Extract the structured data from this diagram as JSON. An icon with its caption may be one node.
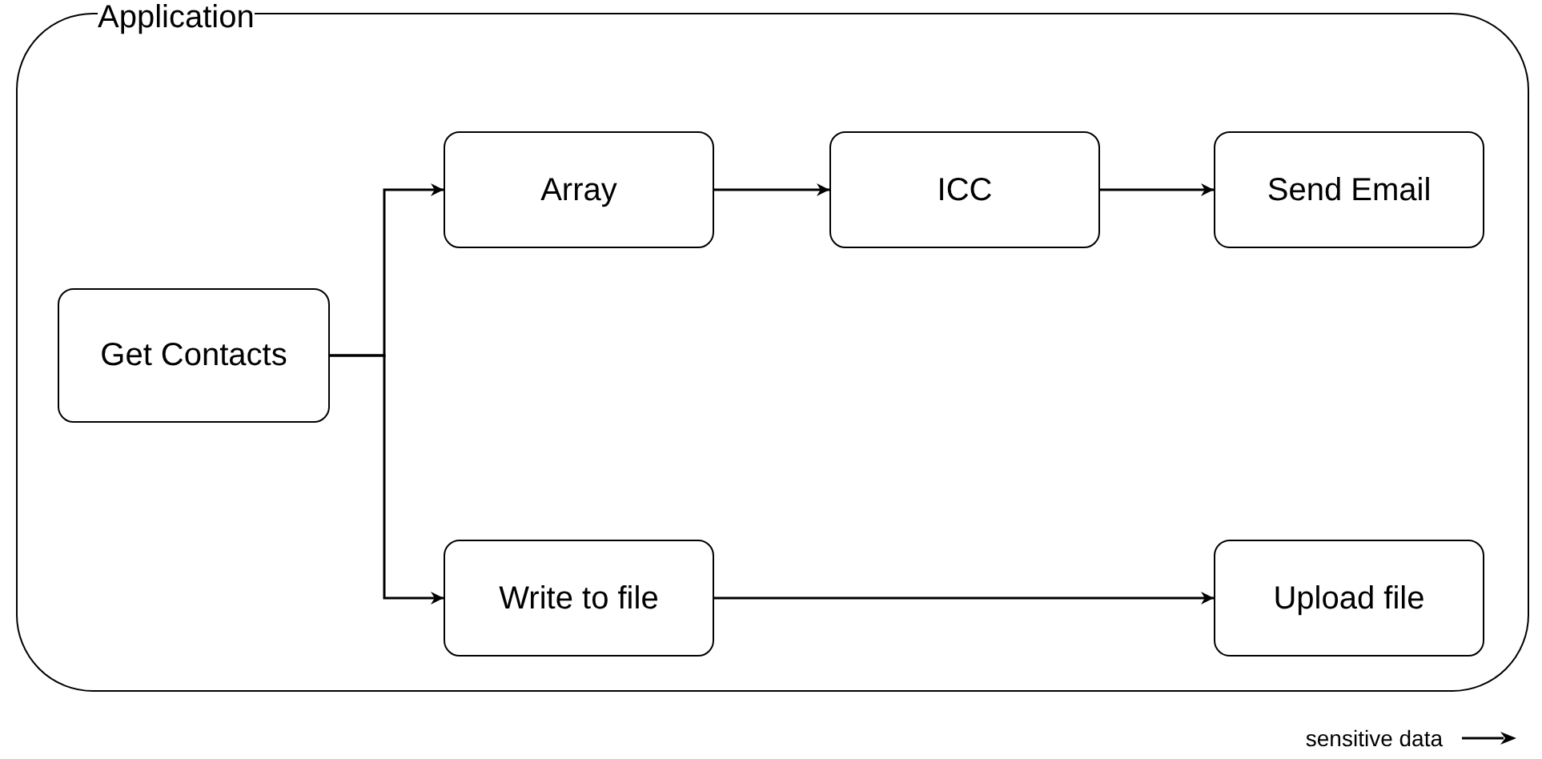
{
  "diagram": {
    "nodes": [
      {
        "text": [
          "Application"
        ]
      },
      {
        "text": [
          "Get Contacts"
        ],
        "in": 0
      },
      {
        "text": [
          "Array"
        ],
        "in": 0
      },
      {
        "text": [
          "ICC"
        ],
        "in": 0
      },
      {
        "text": [
          "Send Email"
        ],
        "in": 0
      },
      {
        "text": [
          "Write to file"
        ],
        "in": 0
      },
      {
        "text": [
          "Upload file"
        ],
        "in": 0
      }
    ],
    "edges": [
      {
        "from": 1,
        "to": 2,
        "arrow": "to"
      },
      {
        "from": 1,
        "to": 5,
        "arrow": "to"
      },
      {
        "from": 2,
        "to": 3,
        "arrow": "to"
      },
      {
        "from": 3,
        "to": 4,
        "arrow": "to"
      },
      {
        "from": 5,
        "to": 6,
        "arrow": "to"
      }
    ],
    "legend": [
      {
        "text": "sensitive data"
      }
    ]
  }
}
